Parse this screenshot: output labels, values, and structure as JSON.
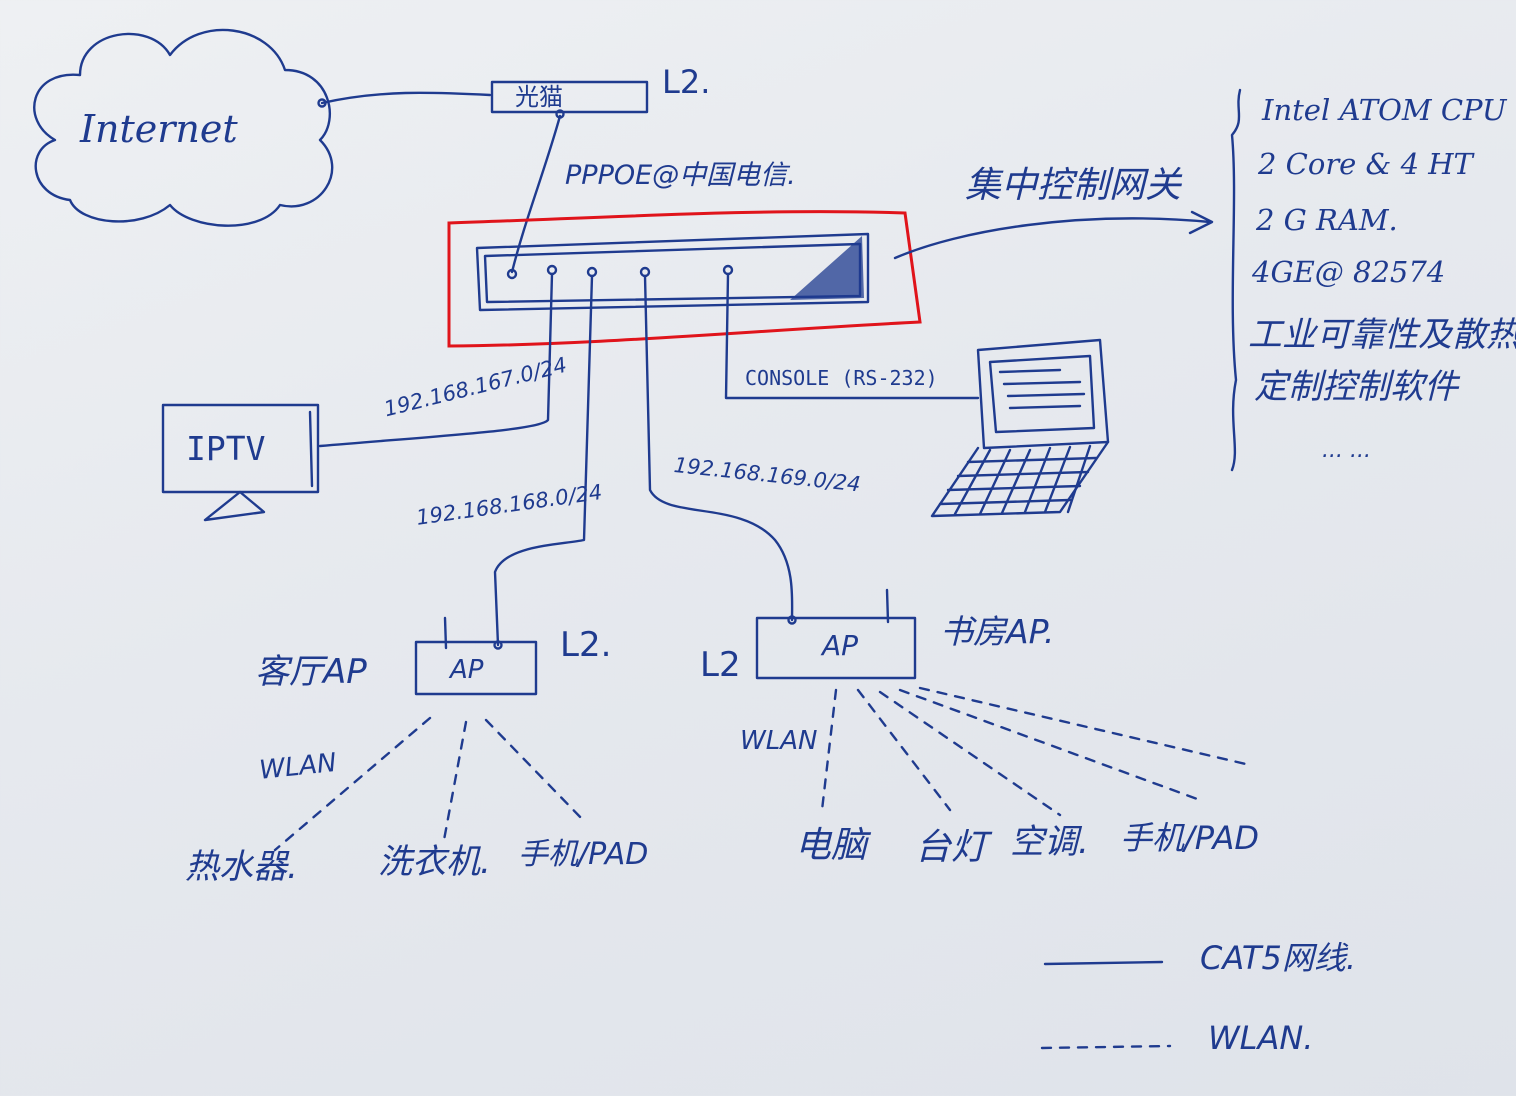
{
  "diagram": {
    "internet": {
      "label": "Internet"
    },
    "modem": {
      "label": "光猫",
      "layer": "L2."
    },
    "pppoe": {
      "label": "PPPOE@中国电信."
    },
    "gateway": {
      "callout": "集中控制网关",
      "specs": [
        "Intel ATOM CPU",
        "2 Core & 4 HT",
        "2 G RAM.",
        "4GE@ 82574",
        "工业可靠性及散热",
        "定制控制软件",
        "... ..."
      ]
    },
    "console": {
      "label": "CONSOLE (RS-232)"
    },
    "iptv": {
      "label": "IPTV",
      "subnet": "192.168.167.0/24"
    },
    "living_ap": {
      "box_label": "AP",
      "name": "客厅AP",
      "layer": "L2.",
      "subnet": "192.168.168.0/24",
      "wlan_label": "WLAN",
      "clients": [
        "热水器.",
        "洗衣机.",
        "手机/PAD"
      ]
    },
    "study_ap": {
      "box_label": "AP",
      "name": "书房AP.",
      "layer": "L2",
      "subnet": "192.168.169.0/24",
      "wlan_label": "WLAN",
      "clients": [
        "电脑",
        "台灯",
        "空调.",
        "手机/PAD"
      ]
    },
    "legend": {
      "cable": "CAT5网线.",
      "wireless": "WLAN."
    },
    "colors": {
      "ink": "#1f3b8f",
      "highlight": "#e0141b"
    }
  }
}
